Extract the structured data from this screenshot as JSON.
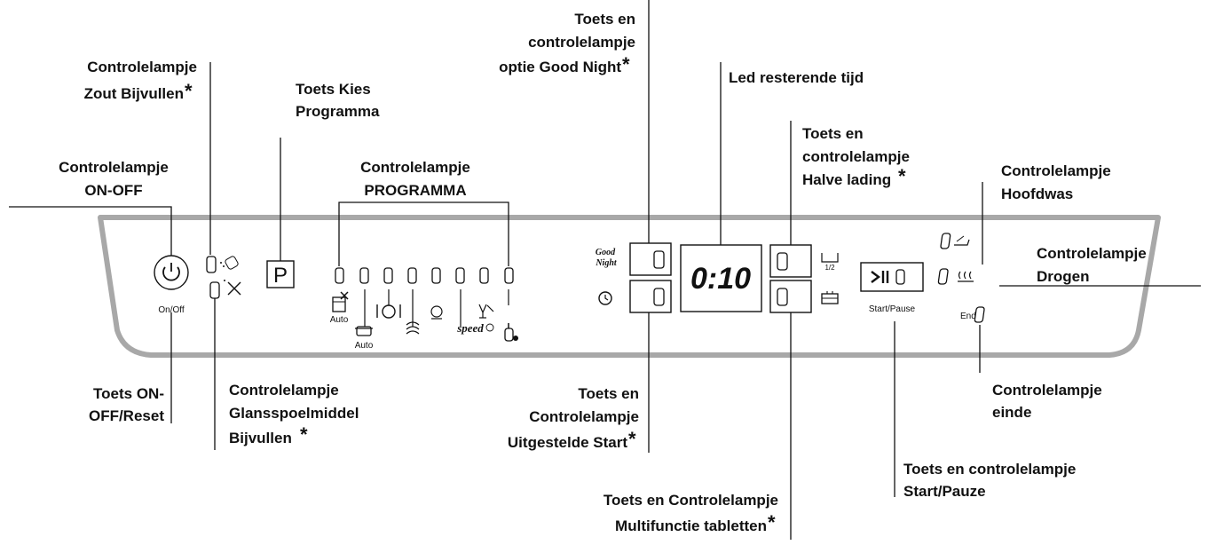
{
  "labels": {
    "zout_1": "Controlelampje",
    "zout_2": "Zout Bijvullen",
    "kies_1": "Toets Kies",
    "kies_2": "Programma",
    "goodnight_1": "Toets en",
    "goodnight_2": "controlelampje",
    "goodnight_3": "optie Good Night",
    "led_tijd": "Led resterende tijd",
    "onoff_lamp_1": "Controlelampje",
    "onoff_lamp_2": "ON-OFF",
    "programma_1": "Controlelampje",
    "programma_2": "PROGRAMMA",
    "halve_1": "Toets en",
    "halve_2": "controlelampje",
    "halve_3": "Halve lading",
    "hoofdwas_1": "Controlelampje",
    "hoofdwas_2": "Hoofdwas",
    "drogen_1": "Controlelampje",
    "drogen_2": "Drogen",
    "onoff_reset_1": "Toets ON-",
    "onoff_reset_2": "OFF/Reset",
    "glans_1": "Controlelampje",
    "glans_2": "Glansspoelmiddel",
    "glans_3": "Bijvullen",
    "uitgesteld_1": "Toets en",
    "uitgesteld_2": "Controlelampje",
    "uitgesteld_3": "Uitgestelde Start",
    "einde_1": "Controlelampje",
    "einde_2": "einde",
    "startpauze_1": "Toets en controlelampje",
    "startpauze_2": "Start/Pauze",
    "multi_1": "Toets en Controlelampje",
    "multi_2": "Multifunctie tabletten",
    "star": "*"
  },
  "panel": {
    "on_off_text": "On/Off",
    "program_button_letter": "P",
    "display_time": "0:10",
    "start_pause_text": "Start/Pause",
    "end_text": "End",
    "auto_text": "Auto",
    "speed_text": "speed",
    "good_night_text_1": "Good",
    "good_night_text_2": "Night",
    "half_load_text": "1/2"
  },
  "icons": [
    "power-icon",
    "salt-icon",
    "rinse-aid-icon",
    "auto-wash-icon",
    "auto-pot-icon",
    "intensive-icon",
    "eco-icon",
    "eco-50-icon",
    "speed-icon",
    "crystal-icon",
    "baby-bottle-icon",
    "good-night-icon",
    "delay-clock-icon",
    "half-load-icon",
    "tablet-icon",
    "start-pause-icon",
    "main-wash-icon",
    "drying-icon"
  ]
}
